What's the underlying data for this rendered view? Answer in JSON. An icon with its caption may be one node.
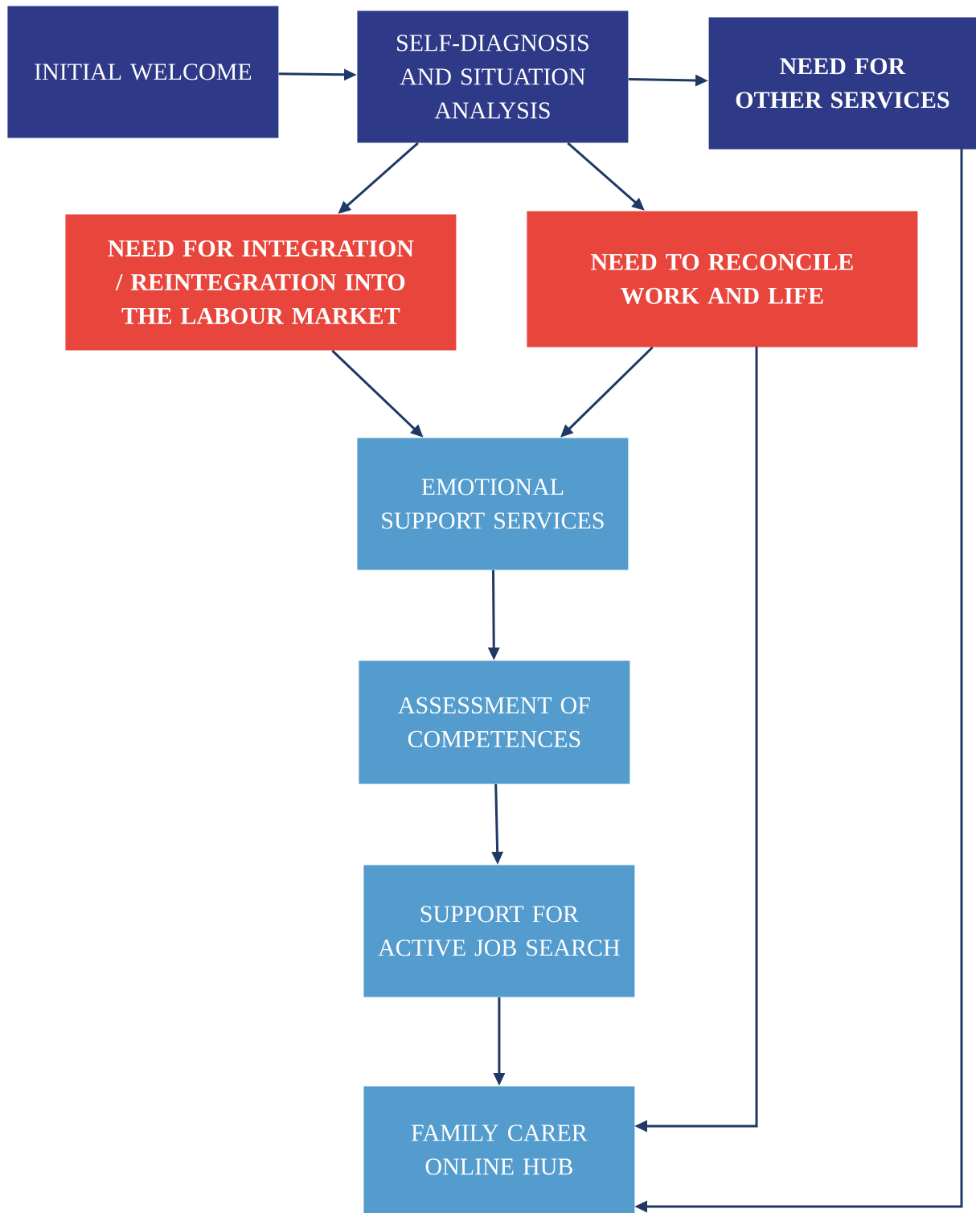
{
  "diagram": {
    "nodes": [
      {
        "text": [
          "INITIAL WELCOME"
        ]
      },
      {
        "text": [
          "SELF-DIAGNOSIS AND SITUATION ANALYSIS"
        ]
      },
      {
        "text": [
          "NEED FOR OTHER SERVICES"
        ]
      },
      {
        "text": [
          "NEED FOR INTEGRATION / REINTEGRATION INTO THE LABOUR MARKET"
        ]
      },
      {
        "text": [
          "NEED TO RECONCILE WORK AND LIFE"
        ]
      },
      {
        "text": [
          "EMOTIONAL SUPPORT SERVICES"
        ]
      },
      {
        "text": [
          "ASSESSMENT OF COMPETENCES"
        ]
      },
      {
        "text": [
          "SUPPORT FOR ACTIVE JOB SEARCH"
        ]
      },
      {
        "text": [
          "FAMILY CARER ONLINE HUB"
        ]
      }
    ],
    "edges": [
      {
        "from": 0,
        "to": 1,
        "arrow": "to"
      },
      {
        "from": 1,
        "to": 2,
        "arrow": "to"
      },
      {
        "from": 1,
        "to": 3,
        "arrow": "to"
      },
      {
        "from": 1,
        "to": 4,
        "arrow": "to"
      },
      {
        "from": 3,
        "to": 5,
        "arrow": "to"
      },
      {
        "from": 4,
        "to": 5,
        "arrow": "to"
      },
      {
        "from": 5,
        "to": 6,
        "arrow": "to"
      },
      {
        "from": 6,
        "to": 7,
        "arrow": "to"
      },
      {
        "from": 7,
        "to": 8,
        "arrow": "to"
      },
      {
        "from": 4,
        "to": 8,
        "arrow": "to"
      },
      {
        "from": 2,
        "to": 8,
        "arrow": "to"
      }
    ]
  }
}
